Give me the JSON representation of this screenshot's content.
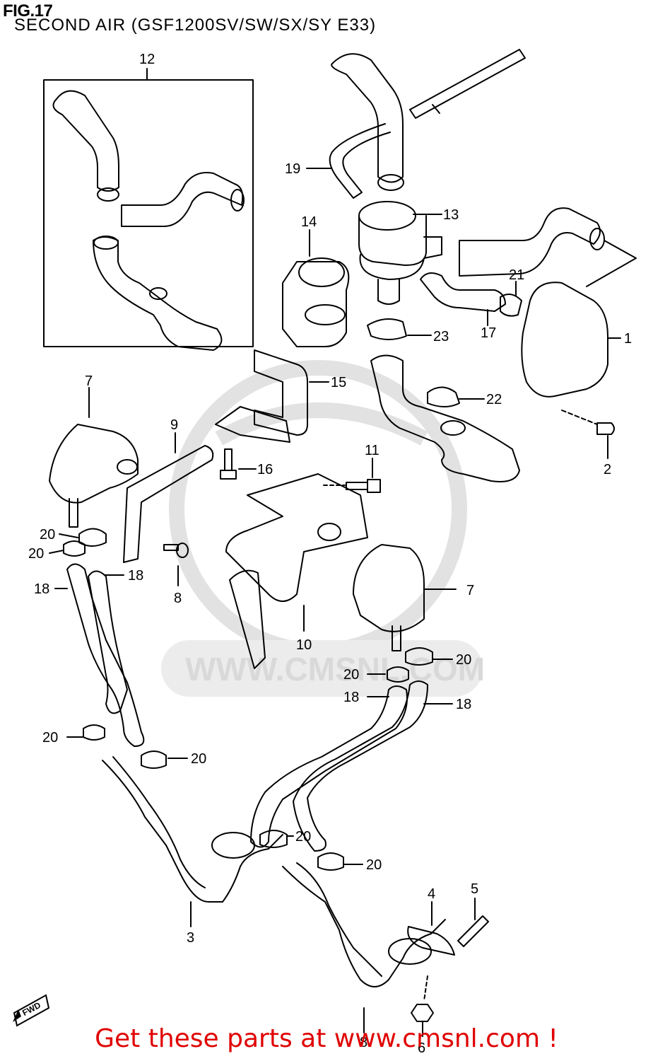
{
  "figure": {
    "number": "FIG.17",
    "title": "SECOND AIR (GSF1200SV/SW/SX/SY E33)"
  },
  "watermark": {
    "text": "WWW.CMSNL.COM",
    "logo": "CMS"
  },
  "direction_marker": "FWD",
  "callouts": [
    "12",
    "19",
    "13",
    "14",
    "21",
    "1",
    "17",
    "23",
    "15",
    "22",
    "7",
    "9",
    "11",
    "16",
    "2",
    "20",
    "20",
    "18",
    "18",
    "8",
    "10",
    "7",
    "20",
    "20",
    "18",
    "18",
    "20",
    "20",
    "20",
    "20",
    "3",
    "4",
    "5",
    "6",
    "8"
  ],
  "banner": "Get these parts at www.cmsnl.com !",
  "colors": {
    "line": "#000000",
    "banner": "#e00000",
    "watermark": "#d9d9d9"
  }
}
